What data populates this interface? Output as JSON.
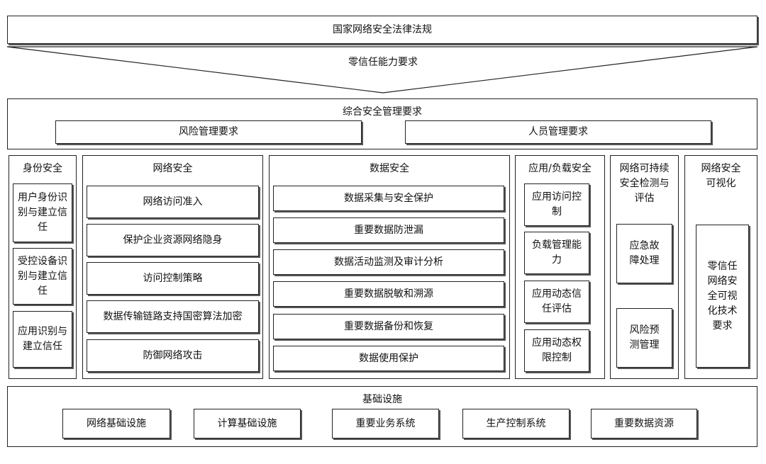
{
  "top_law": "国家网络安全法律法规",
  "zero_trust_req": "零信任能力要求",
  "management": {
    "title": "综合安全管理要求",
    "risk": "风险管理要求",
    "personnel": "人员管理要求"
  },
  "identity": {
    "title": "身份安全",
    "items": [
      "用户身份识别与建立信任",
      "受控设备识别与建立信任",
      "应用识别与建立信任"
    ]
  },
  "network": {
    "title": "网络安全",
    "items": [
      "网络访问准入",
      "保护企业资源网络隐身",
      "访问控制策略",
      "数据传输链路支持国密算法加密",
      "防御网络攻击"
    ]
  },
  "data_security": {
    "title": "数据安全",
    "items": [
      "数据采集与安全保护",
      "重要数据防泄漏",
      "数据活动监测及审计分析",
      "重要数据脱敏和溯源",
      "重要数据备份和恢复",
      "数据使用保护"
    ]
  },
  "app": {
    "title": "应用/负载安全",
    "items": [
      "应用访问控制",
      "负载管理能力",
      "应用动态信任评估",
      "应用动态权限控制"
    ]
  },
  "continuous": {
    "title": "网络可持续安全检测与评估",
    "items": [
      "应急故障处理",
      "风险预测管理"
    ]
  },
  "visual": {
    "title": "网络安全可视化",
    "items": [
      "零信任网络安全可视化技术要求"
    ]
  },
  "infrastructure": {
    "title": "基础设施",
    "items": [
      "网络基础设施",
      "计算基础设施",
      "重要业务系统",
      "生产控制系统",
      "重要数据资源"
    ]
  }
}
